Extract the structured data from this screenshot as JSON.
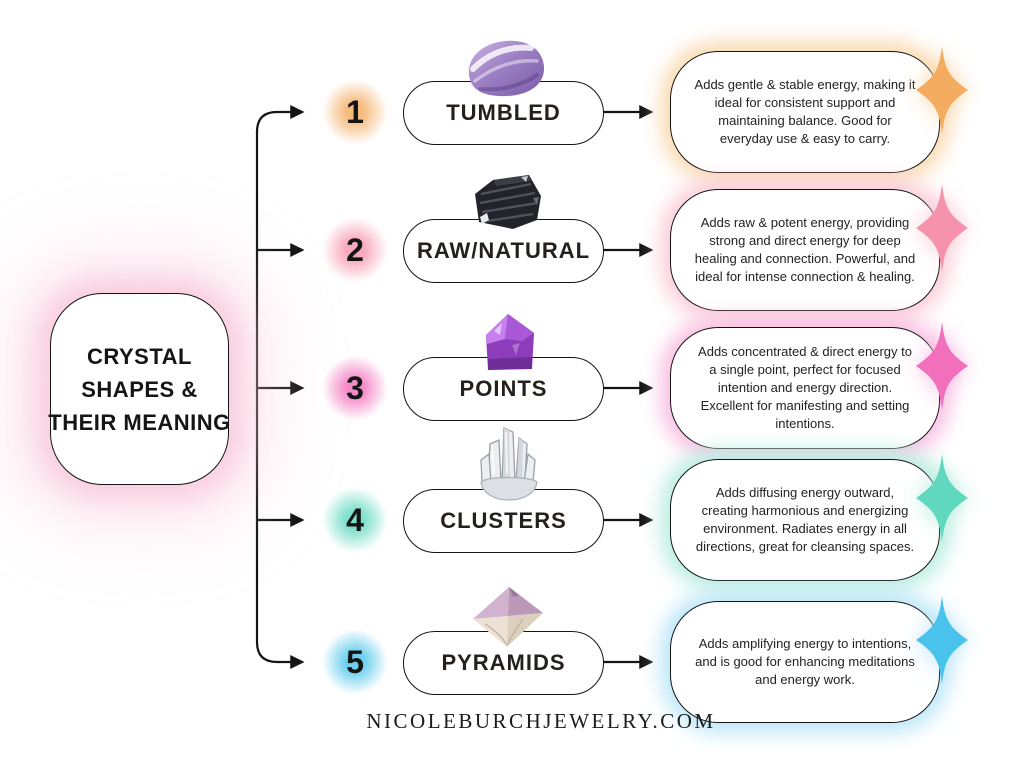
{
  "title": {
    "lines": [
      "CRYSTAL",
      "SHAPES &",
      "THEIR MEANING"
    ]
  },
  "footer": {
    "website": "NICOLEBURCHJEWELRY.COM"
  },
  "rows": [
    {
      "number": "1",
      "label": "TUMBLED",
      "description": "Adds gentle & stable energy, making it ideal for consistent support and maintaining balance. Good for everyday use & easy to carry.",
      "crystal_icon": "tumbled-amethyst-stone",
      "sparkle_icon": "sparkle-icon",
      "accent": "#F3AC60",
      "glow": "#FAD9AF"
    },
    {
      "number": "2",
      "label": "RAW/NATURAL",
      "description": "Adds raw & potent energy, providing strong and direct energy for deep healing and connection. Powerful, and ideal for intense connection & healing.",
      "crystal_icon": "raw-black-tourmaline-stone",
      "sparkle_icon": "sparkle-icon",
      "accent": "#F693AC",
      "glow": "#FBCBD8"
    },
    {
      "number": "3",
      "label": "POINTS",
      "description": "Adds concentrated & direct energy to a single point, perfect for focused intention and energy direction. Excellent for manifesting and setting intentions.",
      "crystal_icon": "amethyst-point-stone",
      "sparkle_icon": "sparkle-icon",
      "accent": "#F26FBC",
      "glow": "#F9BCE1"
    },
    {
      "number": "4",
      "label": "CLUSTERS",
      "description": "Adds diffusing energy outward, creating harmonious and energizing environment. Radiates energy in all directions, great for cleansing spaces.",
      "crystal_icon": "clear-quartz-cluster-stone",
      "sparkle_icon": "sparkle-icon",
      "accent": "#5FD8BE",
      "glow": "#B8EDDF"
    },
    {
      "number": "5",
      "label": "PYRAMIDS",
      "description": "Adds amplifying energy to intentions, and is good for enhancing meditations and energy work.",
      "crystal_icon": "amethyst-pyramid-stone",
      "sparkle_icon": "sparkle-icon",
      "accent": "#49C3EB",
      "glow": "#B9E6F8"
    }
  ],
  "colors": {
    "line": "#141414",
    "title_glow": "#F8C7D9",
    "background": "#FFFFFF"
  }
}
